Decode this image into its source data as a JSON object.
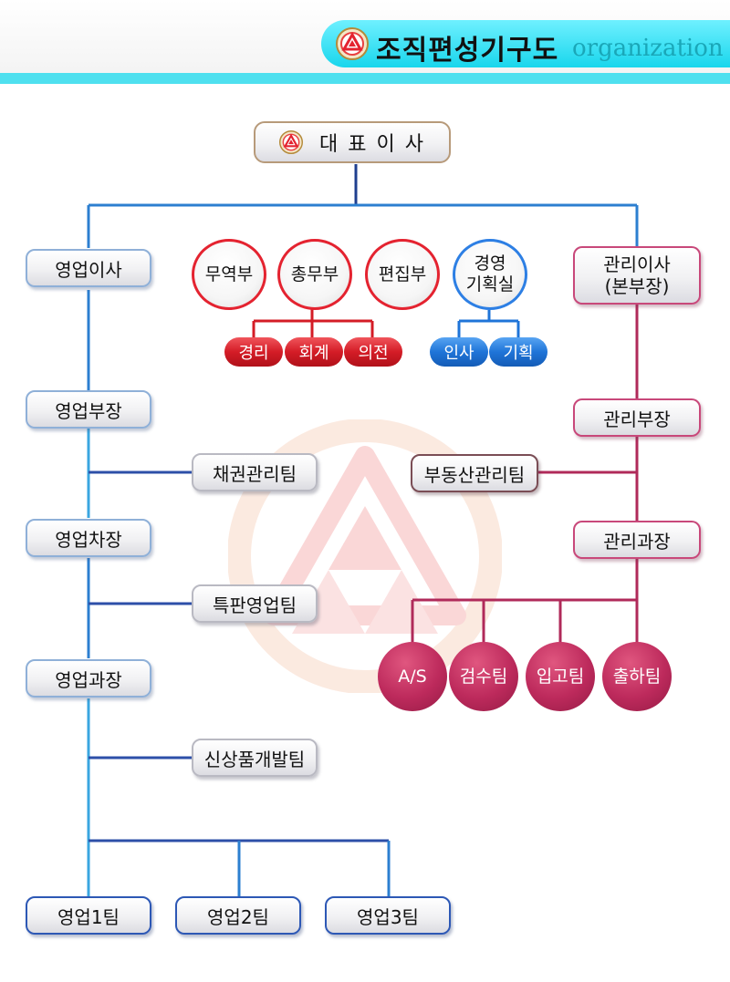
{
  "header": {
    "title": "조직편성기구도",
    "subtitle": "organization"
  },
  "ceo": "대 표 이 사",
  "sales": {
    "director": "영업이사",
    "manager": "영업부장",
    "deputy": "영업차장",
    "section_chief": "영업과장",
    "team_credit": "채권관리팀",
    "team_special": "특판영업팀",
    "team_newproduct": "신상품개발팀",
    "team1": "영업1팀",
    "team2": "영업2팀",
    "team3": "영업3팀"
  },
  "departments": {
    "trade": "무역부",
    "general": "총무부",
    "editing": "편집부",
    "planning_line1": "경영",
    "planning_line2": "기획실",
    "accounting": "경리",
    "finance": "회계",
    "protocol": "의전",
    "hr": "인사",
    "plan": "기획"
  },
  "admin": {
    "director_line1": "관리이사",
    "director_line2": "(본부장)",
    "manager": "관리부장",
    "realestate": "부동산관리팀",
    "section_chief": "관리과장",
    "as": "A/S",
    "inspection": "검수팀",
    "receiving": "입고팀",
    "shipping": "출하팀"
  },
  "colors": {
    "accent": "#19d6ec",
    "red": "#e42330",
    "blue": "#2d7fe4",
    "magenta": "#bd2a5c",
    "navy": "#1f3f8f"
  }
}
